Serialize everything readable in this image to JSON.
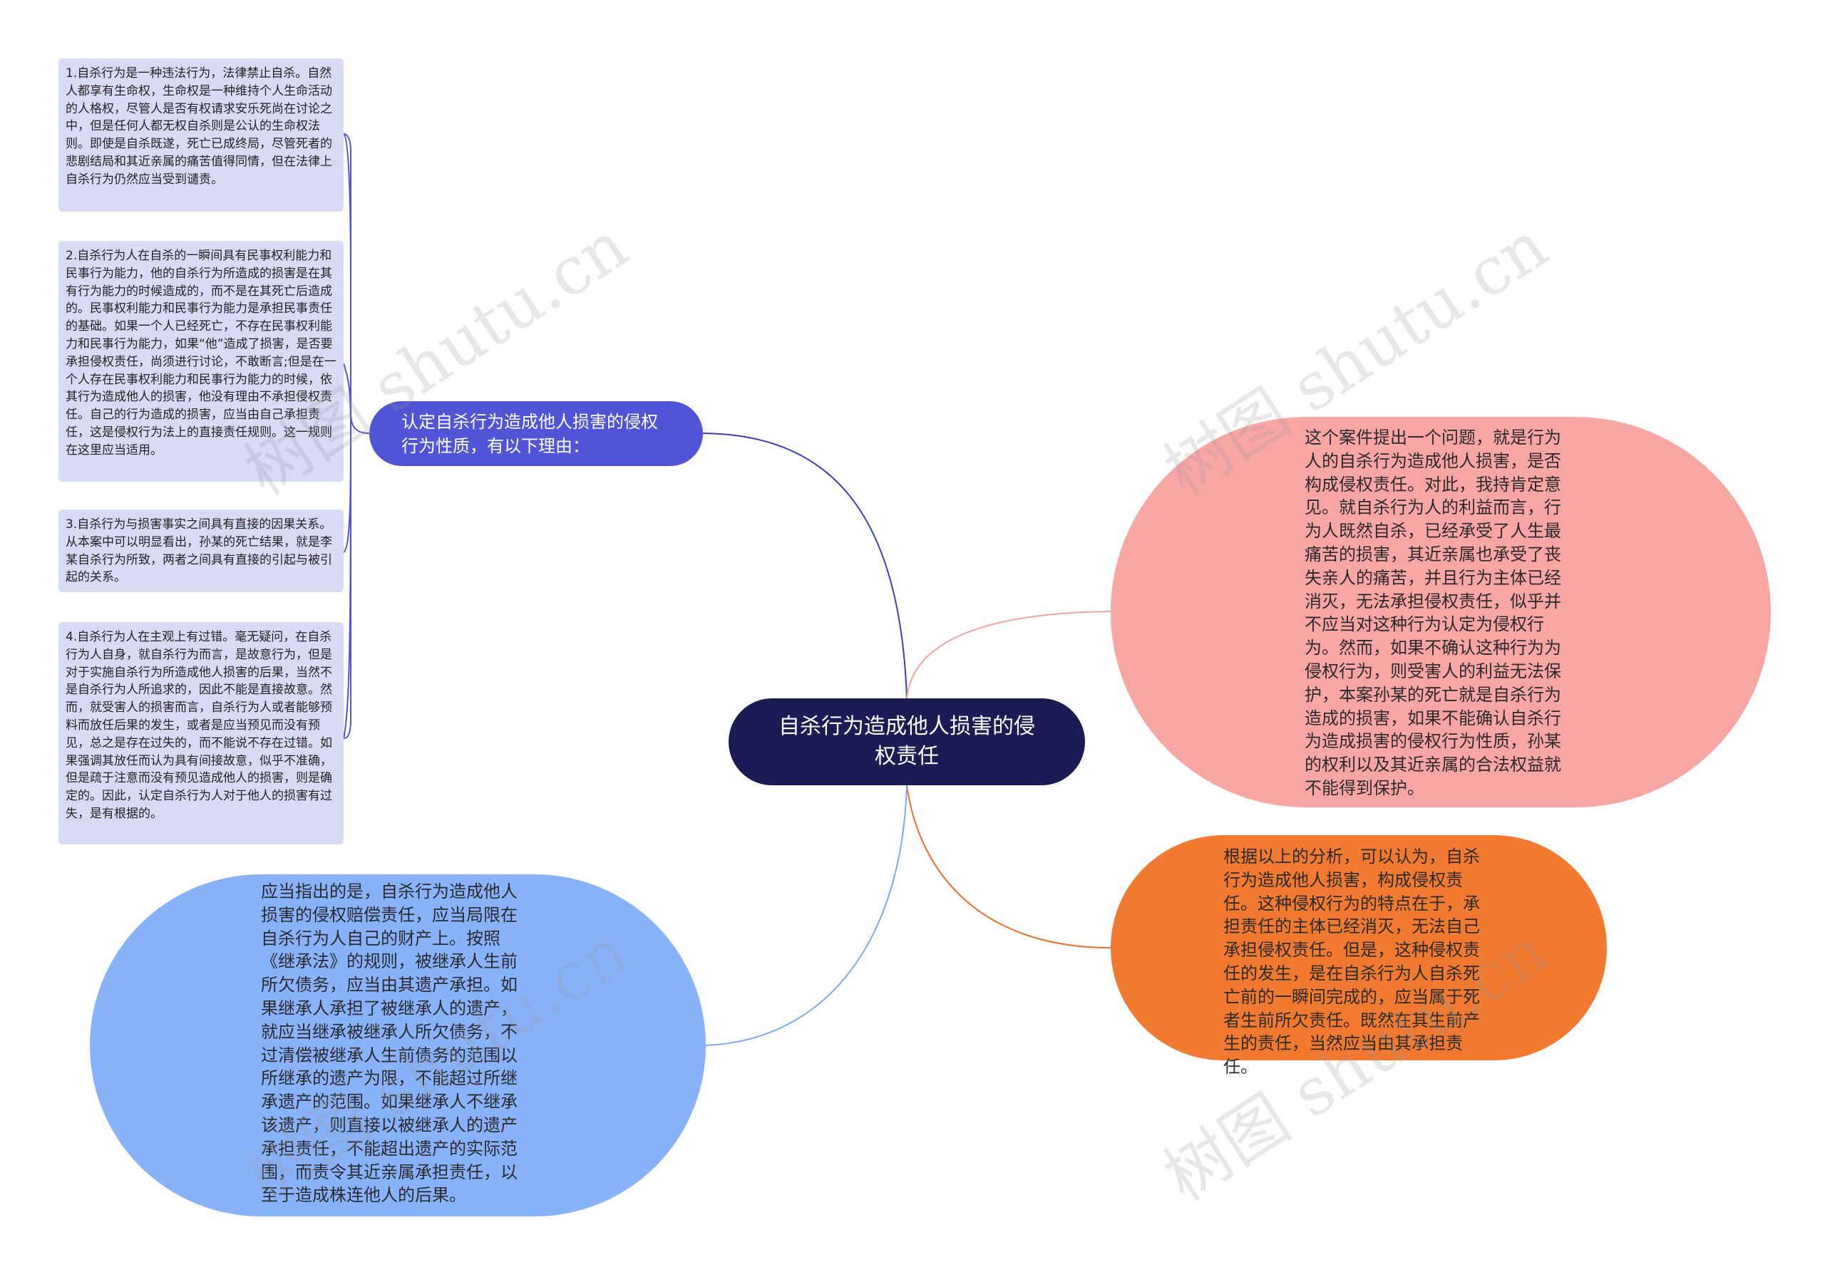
{
  "center": {
    "text": "自杀行为造成他人损害的侵权责任"
  },
  "left_branch": {
    "label": "认定自杀行为造成他人损害的侵权行为性质，有以下理由：",
    "details": [
      "1.自杀行为是一种违法行为，法律禁止自杀。自然人都享有生命权，生命权是一种维持个人生命活动的人格权，尽管人是否有权请求安乐死尚在讨论之中，但是任何人都无权自杀则是公认的生命权法则。即使是自杀既遂，死亡已成终局，尽管死者的悲剧结局和其近亲属的痛苦值得同情，但在法律上自杀行为仍然应当受到谴责。",
      "2.自杀行为人在自杀的一瞬间具有民事权利能力和民事行为能力，他的自杀行为所造成的损害是在其有行为能力的时候造成的，而不是在其死亡后造成的。民事权利能力和民事行为能力是承担民事责任的基础。如果一个人已经死亡，不存在民事权利能力和民事行为能力，如果“他”造成了损害，是否要承担侵权责任，尚须进行讨论，不敢断言;但是在一个人存在民事权利能力和民事行为能力的时候，依其行为造成他人的损害，他没有理由不承担侵权责任。自己的行为造成的损害，应当由自己承担责任，这是侵权行为法上的直接责任规则。这一规则在这里应当适用。",
      "3.自杀行为与损害事实之间具有直接的因果关系。从本案中可以明显看出，孙某的死亡结果，就是李某自杀行为所致，两者之间具有直接的引起与被引起的关系。",
      "4.自杀行为人在主观上有过错。毫无疑问，在自杀行为人自身，就自杀行为而言，是故意行为，但是对于实施自杀行为所造成他人损害的后果，当然不是自杀行为人所追求的，因此不能是直接故意。然而，就受害人的损害而言，自杀行为人或者能够预料而放任后果的发生，或者是应当预见而没有预见，总之是存在过失的，而不能说不存在过错。如果强调其放任而认为具有间接故意，似乎不准确，但是疏于注意而没有预见造成他人的损害，则是确定的。因此，认定自杀行为人对于他人的损害有过失，是有根据的。"
    ]
  },
  "right_top": {
    "text": "这个案件提出一个问题，就是行为人的自杀行为造成他人损害，是否构成侵权责任。对此，我持肯定意见。就自杀行为人的利益而言，行为人既然自杀，已经承受了人生最痛苦的损害，其近亲属也承受了丧失亲人的痛苦，并且行为主体已经消灭，无法承担侵权责任，似乎并不应当对这种行为认定为侵权行为。然而，如果不确认这种行为为侵权行为，则受害人的利益无法保护，本案孙某的死亡就是自杀行为造成的损害，如果不能确认自杀行为造成损害的侵权行为性质，孙某的权利以及其近亲属的合法权益就不能得到保护。"
  },
  "right_bottom": {
    "text": "根据以上的分析，可以认为，自杀行为造成他人损害，构成侵权责任。这种侵权行为的特点在于，承担责任的主体已经消灭，无法自己承担侵权责任。但是，这种侵权责任的发生，是在自杀行为人自杀死亡前的一瞬间完成的，应当属于死者生前所欠责任。既然在其生前产生的责任，当然应当由其承担责任。"
  },
  "left_bottom": {
    "text": "应当指出的是，自杀行为造成他人损害的侵权赔偿责任，应当局限在自杀行为人自己的财产上。按照《继承法》的规则，被继承人生前所欠债务，应当由其遗产承担。如果继承人承担了被继承人的遗产，就应当继承被继承人所欠债务，不过清偿被继承人生前债务的范围以所继承的遗产为限，不能超过所继承遗产的范围。如果继承人不继承该遗产，则直接以被继承人的遗产承担责任，不能超出遗产的实际范围，而责令其近亲属承担责任，以至于造成株连他人的后果。"
  },
  "watermark": "树图 shutu.cn",
  "colors": {
    "center": "#1b1b55",
    "left_branch": "#4f55d6",
    "detail_bg": "#d9daf6",
    "pink": "#f8a6a4",
    "orange": "#f27a30",
    "blue": "#88b3fa"
  }
}
